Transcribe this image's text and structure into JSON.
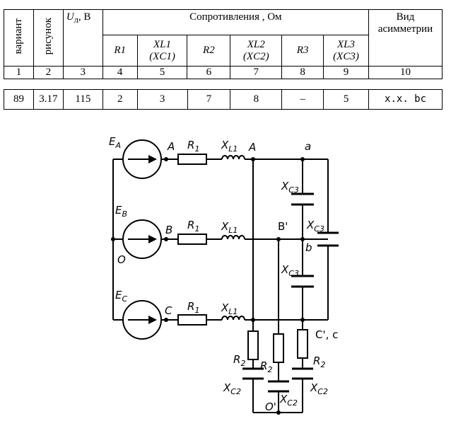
{
  "table": {
    "headers": {
      "variant": "вариант",
      "figure": "рисунок",
      "voltage": "Uл, В",
      "voltage_sym": "U",
      "voltage_sub": "л",
      "voltage_unit": ", В",
      "resistance_group": "Сопротивления , Ом",
      "asymmetry": "Вид асимметрии",
      "R1": "R1",
      "XL1": "XL1",
      "XC1": "(XC1)",
      "R2": "R2",
      "XL2": "XL2",
      "XC2": "(XC2)",
      "R3": "R3",
      "XL3": "XL3",
      "XC3": "(XC3)"
    },
    "column_numbers": [
      "1",
      "2",
      "3",
      "4",
      "5",
      "6",
      "7",
      "8",
      "9",
      "10"
    ],
    "row": [
      "89",
      "3.17",
      "115",
      "2",
      "3",
      "7",
      "8",
      "–",
      "5",
      "х.х. bc"
    ]
  },
  "circuit": {
    "sources": [
      "EA",
      "EB",
      "EC"
    ],
    "line_nodes": [
      "A",
      "B",
      "C"
    ],
    "neutral": "O",
    "load_neutral": "O'",
    "resistor": "R1",
    "inductor": "XL1",
    "node_labels": [
      "A",
      "B'",
      "C', c",
      "a",
      "b"
    ],
    "capacitor": "XC3",
    "load_resistor": "R2",
    "load_capacitor": "XC2"
  }
}
